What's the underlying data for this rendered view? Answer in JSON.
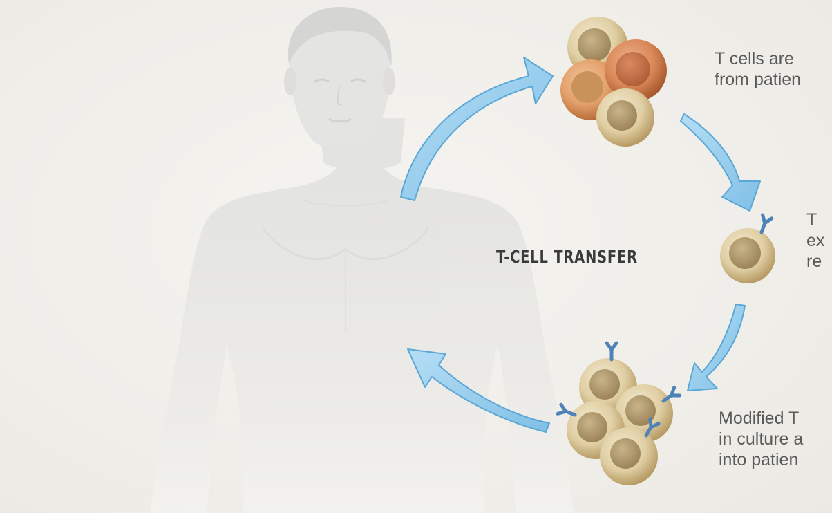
{
  "diagram": {
    "title": "T-CELL TRANSFER",
    "captions": {
      "harvest": [
        "T cells are",
        "from patien"
      ],
      "engineer": [
        "T",
        "ex",
        "re"
      ],
      "infuse": [
        "Modified T",
        "in culture a",
        "into patien"
      ]
    },
    "colors": {
      "arrow": "#8cc7ea",
      "arrow_edge": "#5aa7d6",
      "body": "#e8e8e6",
      "cell": "#d9c9a2",
      "cell_orange": "#e1a071",
      "receptor": "#4f83b8",
      "title_text": "#3a3a3a",
      "caption_text": "#5a5a5a"
    }
  }
}
